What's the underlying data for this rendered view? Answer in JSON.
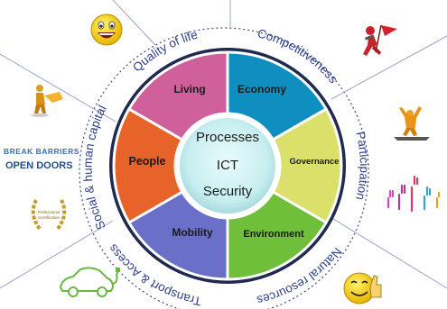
{
  "center": {
    "lines": [
      "Processes",
      "ICT",
      "Security"
    ]
  },
  "segments": [
    {
      "label": "Economy",
      "color": "#0f8fc0"
    },
    {
      "label": "Governance",
      "color": "#dbe06a"
    },
    {
      "label": "Environment",
      "color": "#6fbf3a"
    },
    {
      "label": "Mobility",
      "color": "#6a6fc8"
    },
    {
      "label": "People",
      "color": "#e8632a"
    },
    {
      "label": "Living",
      "color": "#d0609c"
    }
  ],
  "outer_ring": {
    "labels": [
      "Quality of life",
      "Competitiveness",
      "Participation",
      "Natural resources",
      "Transport & Access",
      "Social & human capital"
    ],
    "ring_color": "#1f2a4e",
    "text_color": "#2d3e88"
  },
  "icons": {
    "smiley_top": "smiley-face-icon",
    "runner": "running-man-flag-icon",
    "trophy_person": "person-with-trophy-icon",
    "winner": "winner-podium-icon",
    "hands": "raised-hands-icon",
    "thumbs_smiley": "smiley-thumbs-up-icon",
    "car": "electric-car-icon",
    "laurel": "laurel-badge-icon"
  },
  "logo": {
    "line1": "BREAK BARRIERS",
    "line2": "OPEN DOORS"
  },
  "badge": {
    "line1": "Professional",
    "line2": "Certification"
  }
}
